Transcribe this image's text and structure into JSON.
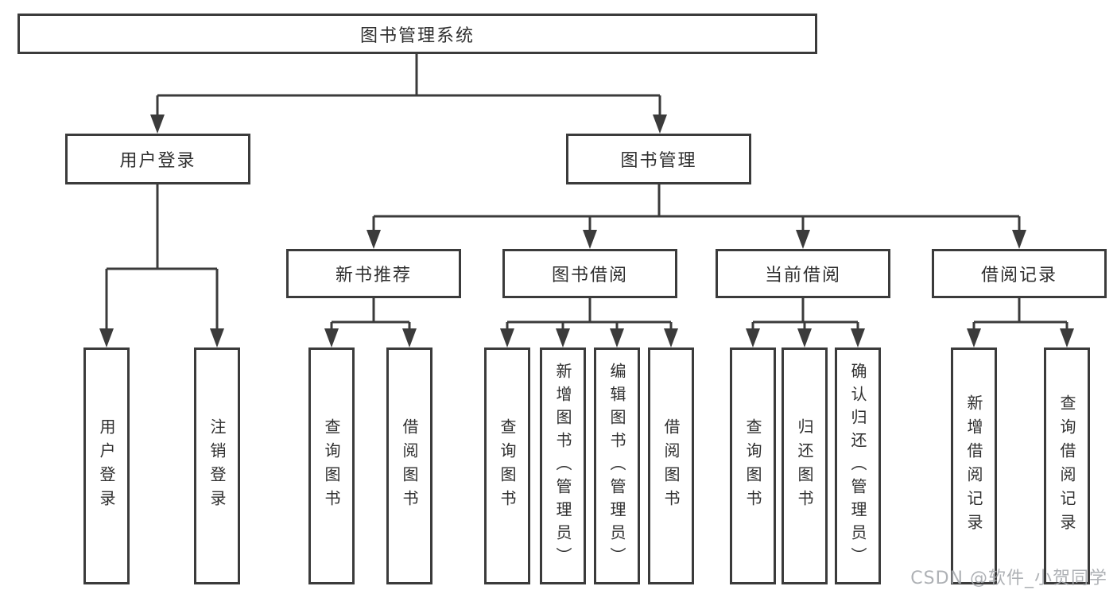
{
  "diagram": {
    "title": "图书管理系统",
    "level2": {
      "user_login": "用户登录",
      "book_management": "图书管理"
    },
    "level3": {
      "new_book_recommend": "新书推荐",
      "book_borrowing": "图书借阅",
      "current_borrowing": "当前借阅",
      "borrowing_records": "借阅记录"
    },
    "leaves": {
      "user_login": "用户登录",
      "logout": "注销登录",
      "nb_query_books": "查询图书",
      "nb_borrow_books": "借阅图书",
      "bb_query_books": "查询图书",
      "bb_add_books": "新增图书（管理员）",
      "bb_edit_books": "编辑图书（管理员）",
      "bb_borrow_books": "借阅图书",
      "cb_query_books": "查询图书",
      "cb_return_books": "归还图书",
      "cb_confirm_return": "确认归还（管理员）",
      "br_add_record": "新增借阅记录",
      "br_query_record": "查询借阅记录"
    },
    "colors": {
      "line": "#3b3b3b",
      "text": "#2f2f2f",
      "background": "#ffffff",
      "watermark": "#a6a9ad"
    }
  },
  "watermark": {
    "text": "CSDN @软件_小贺同学"
  }
}
